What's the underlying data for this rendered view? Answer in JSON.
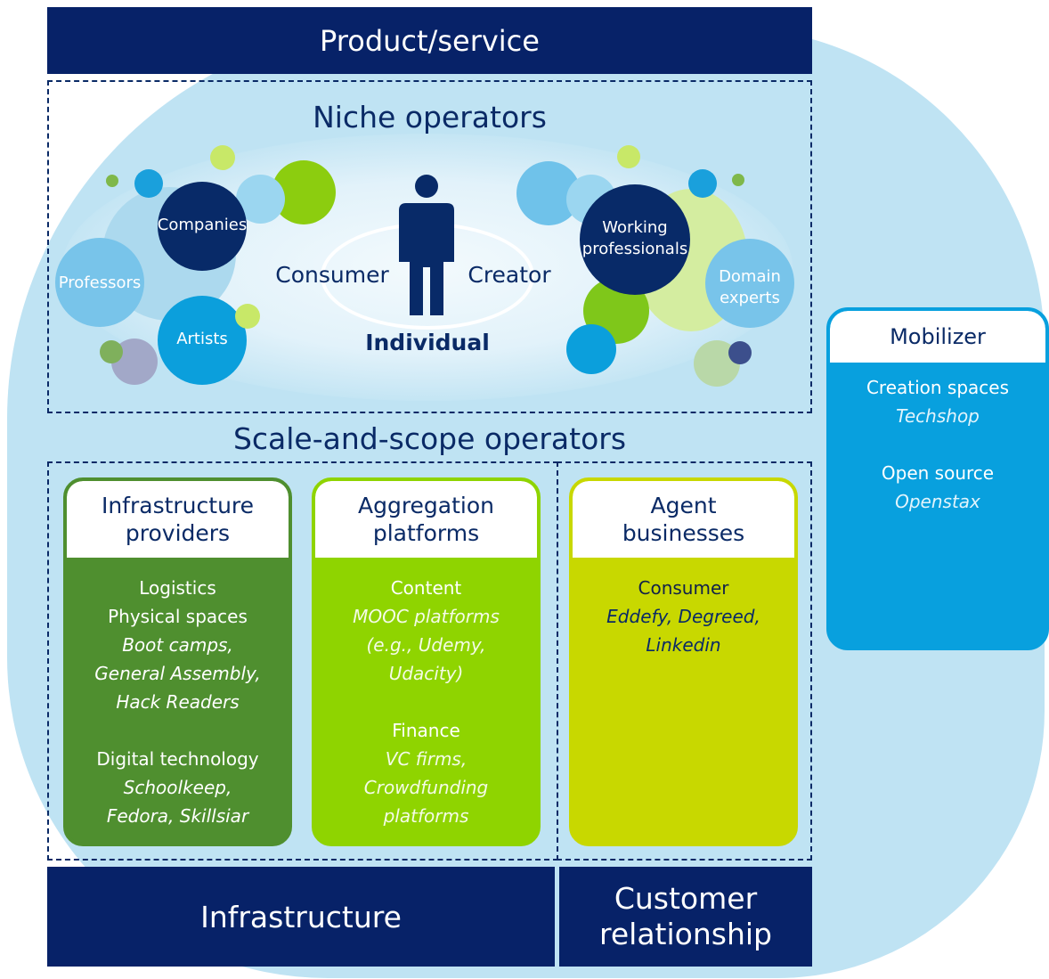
{
  "top_bar": "Product/service",
  "niche": {
    "title": "Niche operators",
    "consumer": "Consumer",
    "creator": "Creator",
    "individual": "Individual",
    "bubbles": {
      "companies": "Companies",
      "professors": "Professors",
      "artists": "Artists",
      "working_professionals_line1": "Working",
      "working_professionals_line2": "professionals",
      "domain_experts_line1": "Domain",
      "domain_experts_line2": "experts"
    }
  },
  "scale_title": "Scale-and-scope operators",
  "pillars": {
    "infrastructure": {
      "title_line1": "Infrastructure",
      "title_line2": "providers",
      "h1": "Logistics",
      "h2": "Physical spaces",
      "i1": "Boot camps,",
      "i2": "General Assembly,",
      "i3": "Hack Readers",
      "h3": "Digital technology",
      "i4": "Schoolkeep,",
      "i5": "Fedora, Skillsiar"
    },
    "aggregation": {
      "title_line1": "Aggregation",
      "title_line2": "platforms",
      "h1": "Content",
      "i1": "MOOC platforms",
      "i2": "(e.g., Udemy,",
      "i3": "Udacity)",
      "h2": "Finance",
      "i4": "VC firms,",
      "i5": "Crowdfunding",
      "i6": "platforms"
    },
    "agent": {
      "title_line1": "Agent",
      "title_line2": "businesses",
      "h1": "Consumer",
      "i1": "Eddefy, Degreed,",
      "i2": "Linkedin"
    }
  },
  "mobilizer": {
    "title": "Mobilizer",
    "h1": "Creation spaces",
    "i1": "Techshop",
    "h2": "Open source",
    "i2": "Openstax"
  },
  "bottom": {
    "infrastructure": "Infrastructure",
    "customer_line1": "Customer",
    "customer_line2": "relationship"
  },
  "colors": {
    "navy": "#072268",
    "light_blue_bg": "#bfe3f3",
    "infra_green": "#4f8f2f",
    "aggregation_green": "#8fd400",
    "agent_yellow": "#c8d800",
    "mobilizer_blue": "#08a0de"
  }
}
